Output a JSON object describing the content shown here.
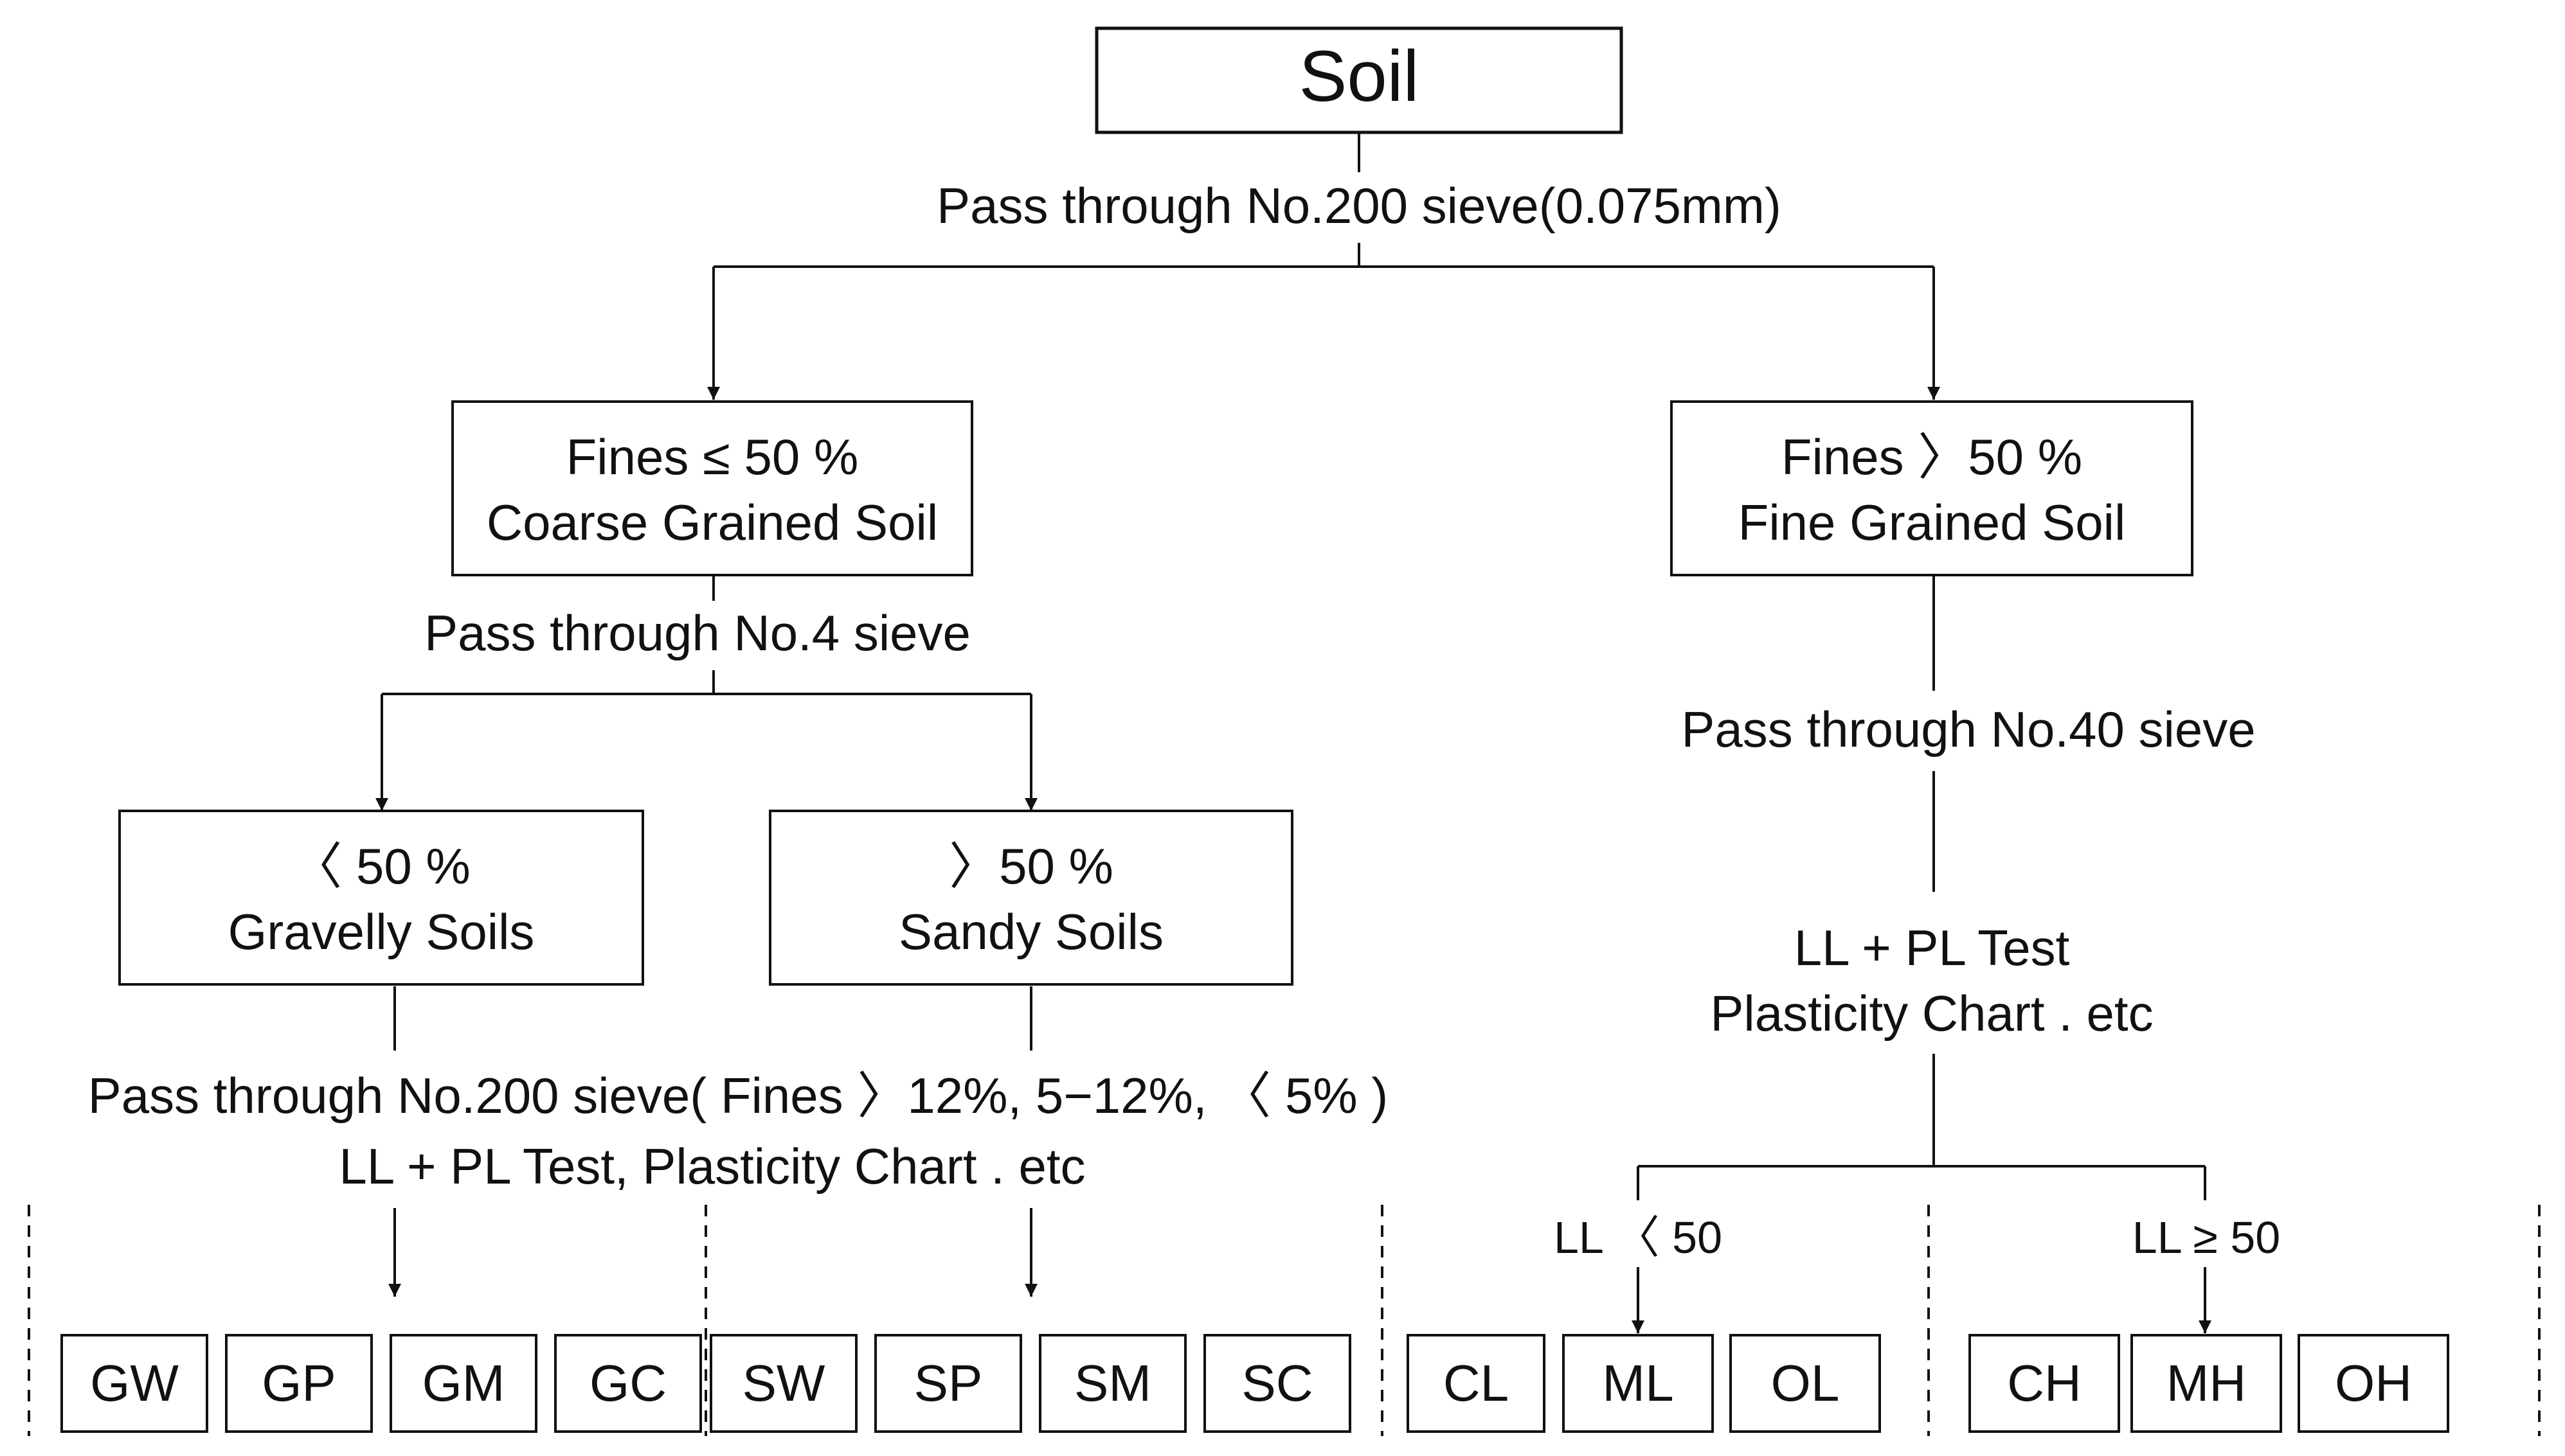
{
  "root": {
    "label": "Soil"
  },
  "labels": {
    "sieve200_top": "Pass through No.200 sieve(0.075mm)",
    "sieve4": "Pass through No.4 sieve",
    "sieve40": "Pass through No.40 sieve",
    "fine_tests": [
      "LL + PL Test",
      "Plasticity Chart . etc"
    ],
    "coarse_tests": [
      "Pass through No.200 sieve( Fines  〉12%, 5−12%, 〈 5% )",
      "LL + PL Test, Plasticity Chart . etc"
    ],
    "ll_low": "LL 〈 50",
    "ll_high": "LL ≥ 50"
  },
  "level1": {
    "coarse": [
      "Fines ≤ 50 %",
      "Coarse Grained Soil"
    ],
    "fine": [
      "Fines 〉50 %",
      "Fine Grained Soil"
    ]
  },
  "level2": {
    "gravel": [
      "〈 50 %",
      "Gravelly Soils"
    ],
    "sand": [
      "〉50 %",
      "Sandy Soils"
    ]
  },
  "classes": {
    "gravel": [
      "GW",
      "GP",
      "GM",
      "GC"
    ],
    "sand": [
      "SW",
      "SP",
      "SM",
      "SC"
    ],
    "fine_low": [
      "CL",
      "ML",
      "OL"
    ],
    "fine_high": [
      "CH",
      "MH",
      "OH"
    ]
  }
}
